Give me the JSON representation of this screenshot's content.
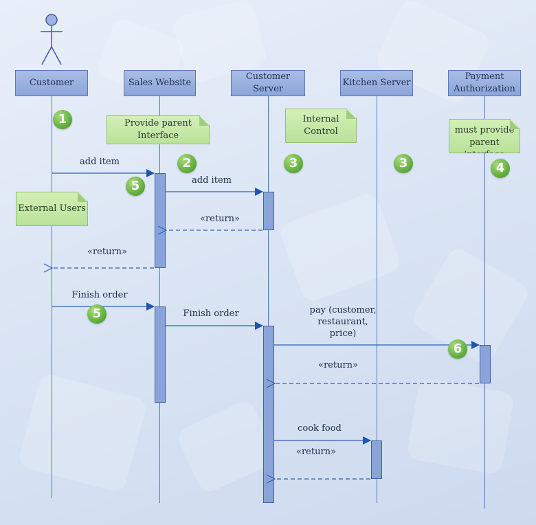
{
  "lifelines": {
    "customer": "Customer",
    "sales": "Sales Website",
    "server": "Customer\nServer",
    "kitchen": "Kitchen Server",
    "payment": "Payment\nAuthorization"
  },
  "notes": {
    "provide_parent": "Provide parent\nInterface",
    "internal_control": "Internal\nControl",
    "must_provide": "must provide\nparent\ninterface",
    "external_users": "External Users"
  },
  "messages": {
    "add_item_1": "add item",
    "add_item_2": "add item",
    "return_1": "«return»",
    "return_2": "«return»",
    "finish_order_1": "Finish order",
    "finish_order_2": "Finish order",
    "pay": "pay (customer,\nrestaurant,\nprice)",
    "return_3": "«return»",
    "cook_food": "cook food",
    "return_4": "«return»"
  },
  "badges": {
    "b1": "1",
    "b2": "2",
    "b3a": "3",
    "b3b": "3",
    "b4": "4",
    "b5a": "5",
    "b5b": "5",
    "b6": "6"
  },
  "colors": {
    "line": "#2f5fb5",
    "accent": "#1f55b0",
    "note": "#c6e8a8",
    "badge": "#5aa93a"
  }
}
